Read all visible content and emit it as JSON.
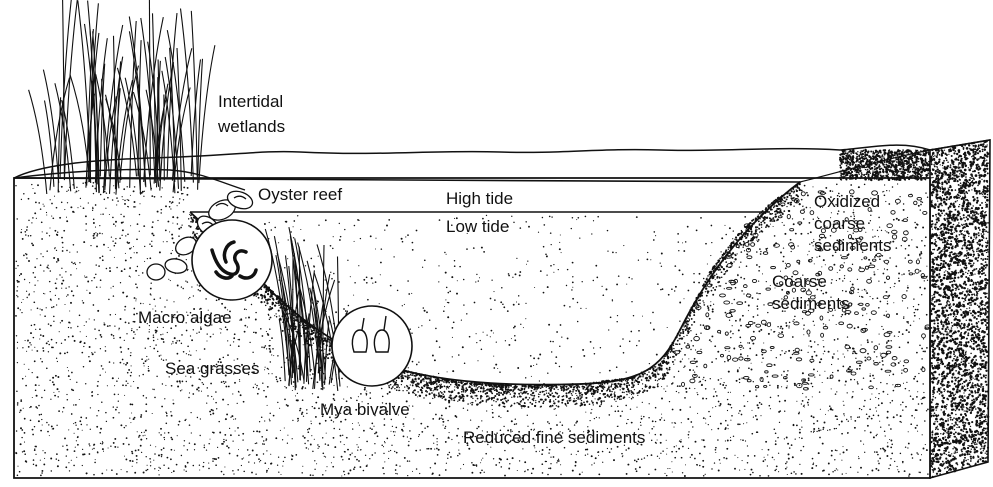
{
  "labels": {
    "intertidal_wetlands_line1": "Intertidal",
    "intertidal_wetlands_line2": "wetlands",
    "oyster_reef": "Oyster reef",
    "high_tide": "High tide",
    "low_tide": "Low tide",
    "oxidized_line1": "Oxidized",
    "oxidized_line2": "coarse",
    "oxidized_line3": "sediments",
    "coarse_line1": "Coarse",
    "coarse_line2": "sediments",
    "macro_algae": "Macro algae",
    "sea_grasses": "Sea grasses",
    "mya_bivalve": "Mya bivalve",
    "reduced_fine_sediments": "Reduced fine sediments"
  },
  "colors": {
    "ink": "#111111",
    "paper": "#ffffff"
  }
}
